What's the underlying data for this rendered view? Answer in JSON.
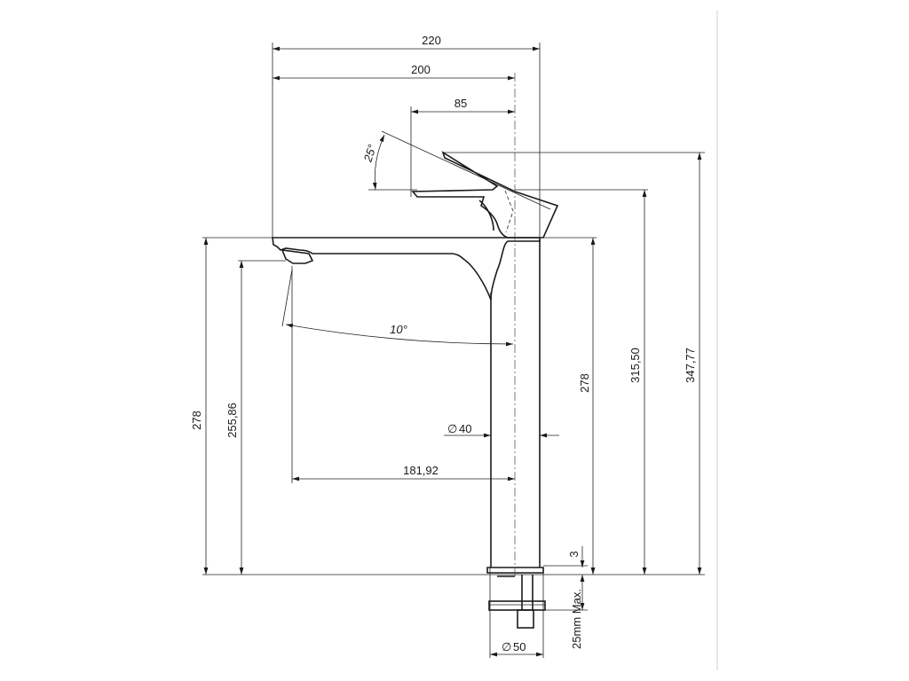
{
  "drawing": {
    "title": "",
    "dimensions": {
      "overall_width": "220",
      "spout_reach": "200",
      "handle_length": "85",
      "aerator_to_axis": "181,92",
      "body_diameter": "40",
      "base_diameter": "50",
      "base_height": "278",
      "spout_outlet_height": "255,86",
      "body_height_right": "278",
      "handle_height": "315,50",
      "overall_height": "347,77",
      "base_plate": "3",
      "deck_thickness": "25mm Max."
    },
    "angles": {
      "handle_tilt": "25°",
      "spout_tilt": "10°"
    },
    "diameter_symbol": "∅",
    "colors": {
      "line": "#1a1a1a",
      "background": "#ffffff",
      "frame": "#cfcfcf"
    }
  }
}
